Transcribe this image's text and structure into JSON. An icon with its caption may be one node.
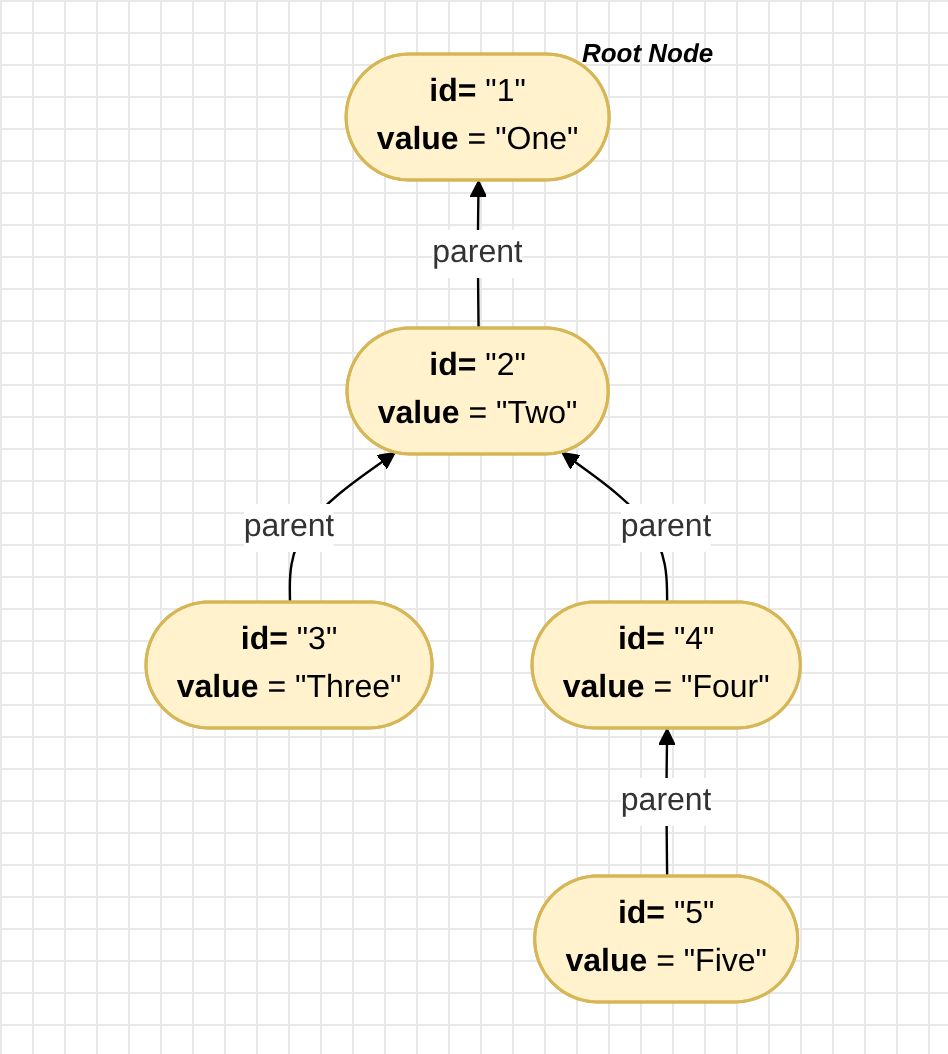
{
  "diagram": {
    "nodes": [
      {
        "text": [
          "**id=** \"1\"",
          "**value** = \"One\""
        ],
        "beside": [
          "Root Node"
        ]
      },
      {
        "text": [
          "**id=** \"2\"",
          "**value** = \"Two\""
        ]
      },
      {
        "text": [
          "**id=** \"3\"",
          "**value** = \"Three\""
        ]
      },
      {
        "text": [
          "**id=** \"4\"",
          "**value** = \"Four\""
        ]
      },
      {
        "text": [
          "**id=** \"5\"",
          "**value** = \"Five\""
        ]
      }
    ],
    "edges": [
      {
        "from": 1,
        "to": 0,
        "arrow": "to",
        "label": "parent"
      },
      {
        "from": 2,
        "to": 1,
        "arrow": "to",
        "label": "parent"
      },
      {
        "from": 3,
        "to": 1,
        "arrow": "to",
        "label": "parent"
      },
      {
        "from": 4,
        "to": 3,
        "arrow": "to",
        "label": "parent"
      }
    ]
  }
}
